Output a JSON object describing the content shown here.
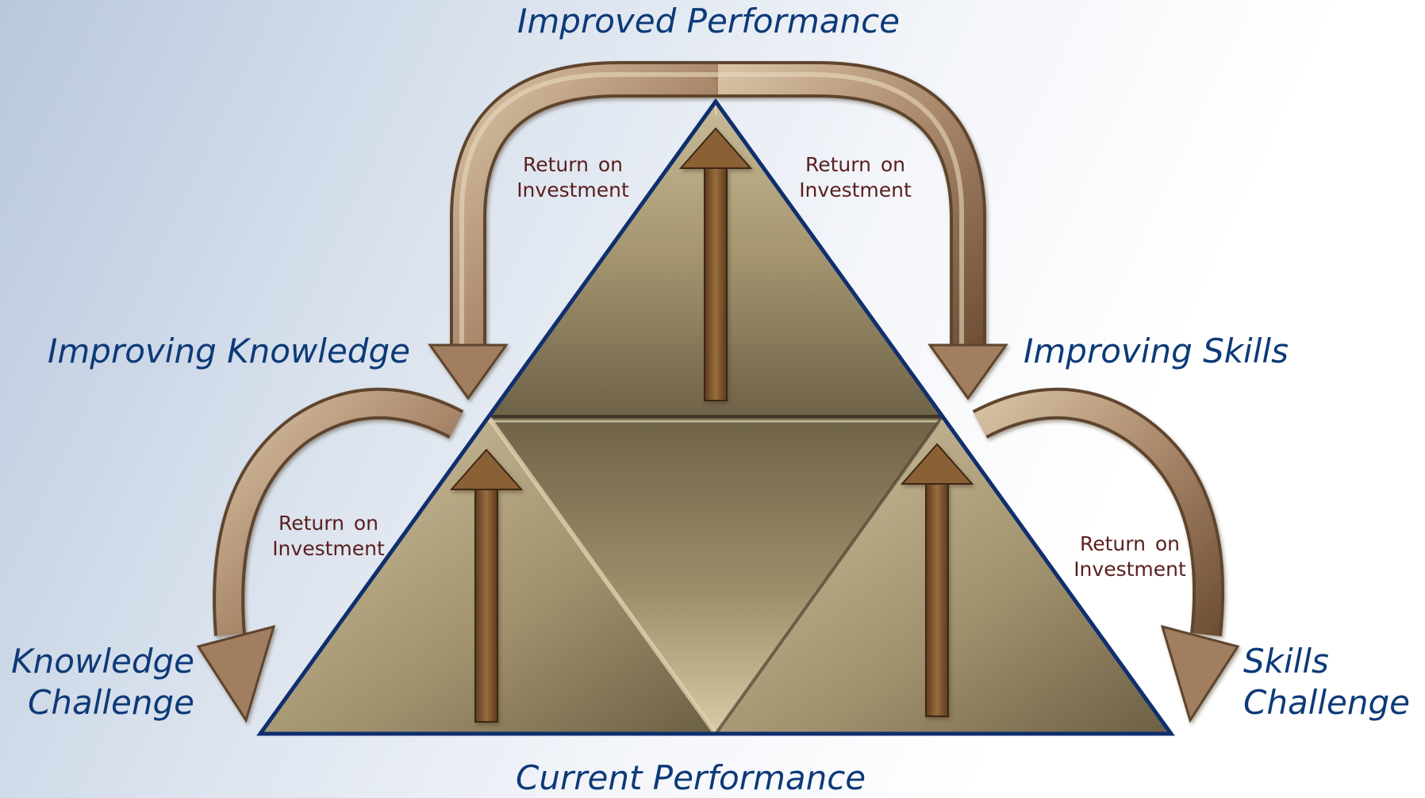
{
  "labels": {
    "top": "Improved Performance",
    "bottom": "Current Performance",
    "left_middle": "Improving Knowledge",
    "right_middle": "Improving Skills",
    "left_bottom_line1": "Knowledge",
    "left_bottom_line2": "Challenge",
    "right_bottom_line1": "Skills",
    "right_bottom_line2": "Challenge"
  },
  "roi": {
    "line1": "Return on",
    "line2": "Investment"
  },
  "colors": {
    "title_text": "#0d3a78",
    "roi_text": "#5a1e1e",
    "triangle_outline": "#0f2f6e",
    "triangle_fill": "#9a8b6a",
    "arrow_fill": "#7a5530"
  }
}
